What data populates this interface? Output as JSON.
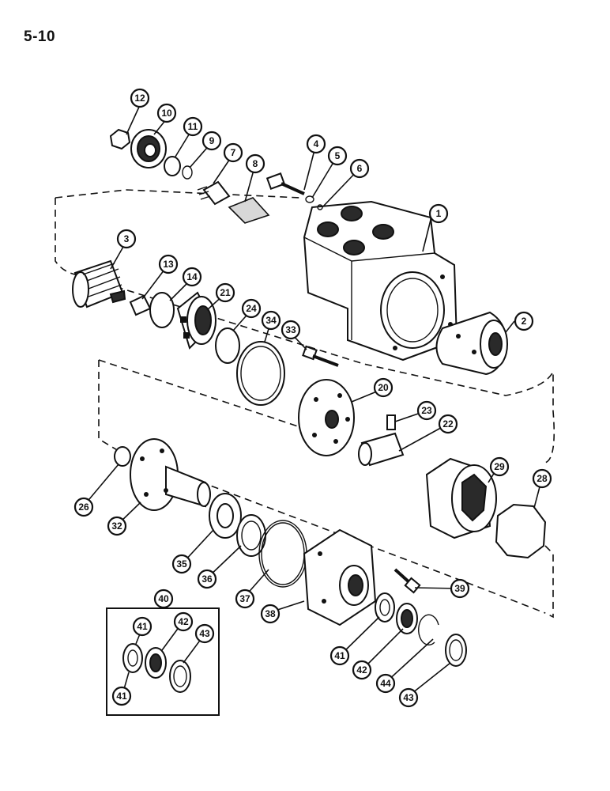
{
  "page": {
    "label": "5-10"
  },
  "diagram": {
    "callouts": [
      {
        "id": "1",
        "label": "1"
      },
      {
        "id": "2",
        "label": "2"
      },
      {
        "id": "3",
        "label": "3"
      },
      {
        "id": "4",
        "label": "4"
      },
      {
        "id": "5",
        "label": "5"
      },
      {
        "id": "6",
        "label": "6"
      },
      {
        "id": "7",
        "label": "7"
      },
      {
        "id": "8",
        "label": "8"
      },
      {
        "id": "9",
        "label": "9"
      },
      {
        "id": "10",
        "label": "10"
      },
      {
        "id": "11",
        "label": "11"
      },
      {
        "id": "12",
        "label": "12"
      },
      {
        "id": "13",
        "label": "13"
      },
      {
        "id": "14",
        "label": "14"
      },
      {
        "id": "20",
        "label": "20"
      },
      {
        "id": "21",
        "label": "21"
      },
      {
        "id": "22",
        "label": "22"
      },
      {
        "id": "23",
        "label": "23"
      },
      {
        "id": "24",
        "label": "24"
      },
      {
        "id": "26",
        "label": "26"
      },
      {
        "id": "28",
        "label": "28"
      },
      {
        "id": "29",
        "label": "29"
      },
      {
        "id": "32",
        "label": "32"
      },
      {
        "id": "33",
        "label": "33"
      },
      {
        "id": "34",
        "label": "34"
      },
      {
        "id": "35",
        "label": "35"
      },
      {
        "id": "36",
        "label": "36"
      },
      {
        "id": "37",
        "label": "37"
      },
      {
        "id": "38",
        "label": "38"
      },
      {
        "id": "39",
        "label": "39"
      },
      {
        "id": "40",
        "label": "40"
      },
      {
        "id": "41",
        "label": "41"
      },
      {
        "id": "42",
        "label": "42"
      },
      {
        "id": "43",
        "label": "43"
      },
      {
        "id": "41b",
        "label": "41"
      },
      {
        "id": "42b",
        "label": "42"
      },
      {
        "id": "43b",
        "label": "43"
      },
      {
        "id": "44",
        "label": "44"
      }
    ]
  }
}
